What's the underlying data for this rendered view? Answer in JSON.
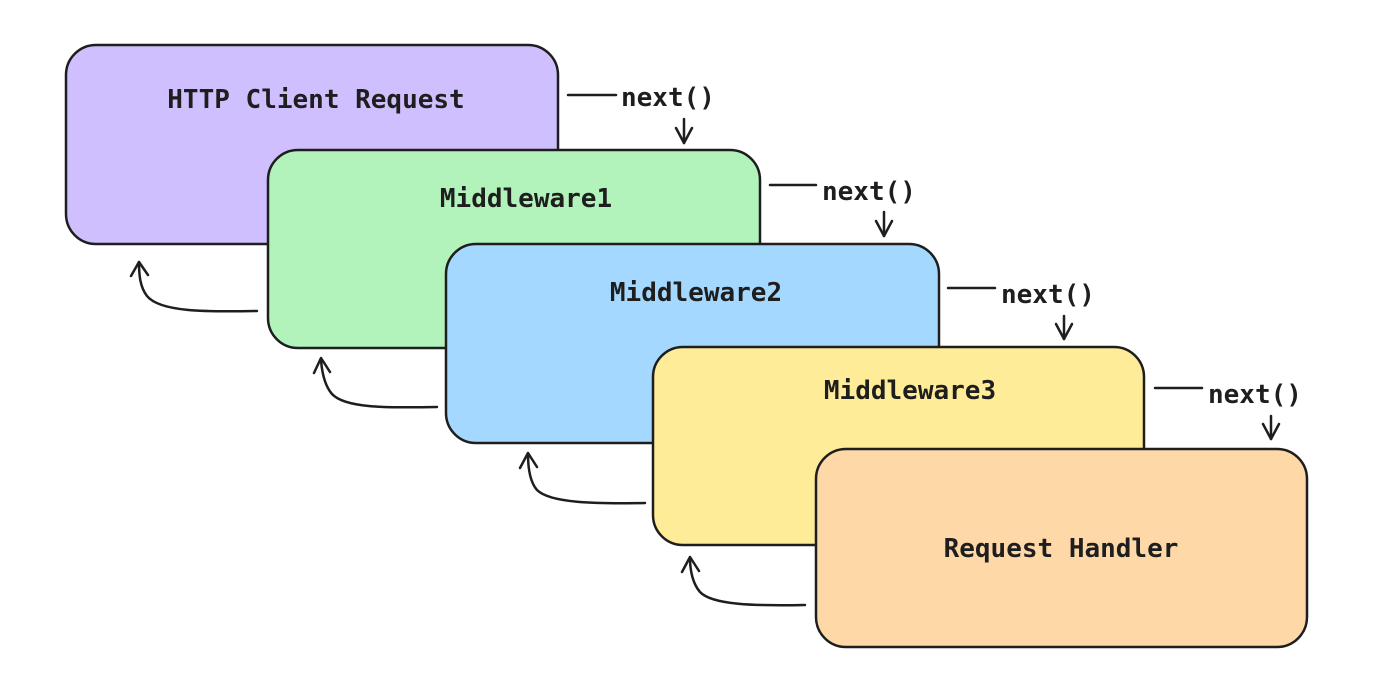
{
  "boxes": [
    {
      "id": "http-client-request",
      "label": "HTTP Client Request",
      "color": "#d0bfff"
    },
    {
      "id": "middleware1",
      "label": "Middleware1",
      "color": "#b2f2bb"
    },
    {
      "id": "middleware2",
      "label": "Middleware2",
      "color": "#a5d8ff"
    },
    {
      "id": "middleware3",
      "label": "Middleware3",
      "color": "#ffec99"
    },
    {
      "id": "request-handler",
      "label": "Request Handler",
      "color": "#ffd8a8"
    }
  ],
  "connectors": [
    {
      "label": "next()"
    },
    {
      "label": "next()"
    },
    {
      "label": "next()"
    },
    {
      "label": "next()"
    }
  ],
  "stroke_color": "#1e1e1e"
}
